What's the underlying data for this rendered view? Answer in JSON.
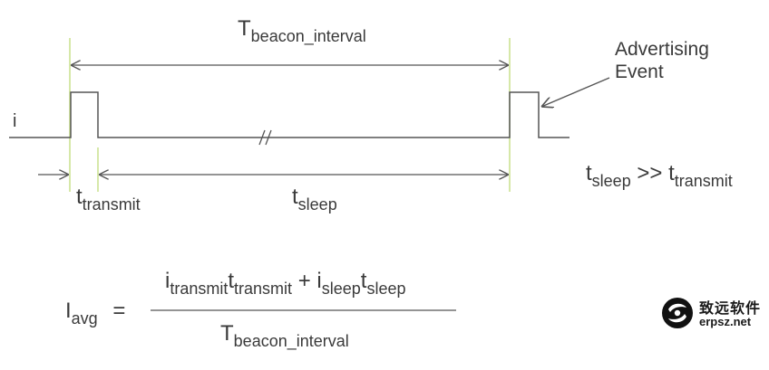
{
  "labels": {
    "t_beacon_interval": {
      "base": "T",
      "sub": "beacon_interval"
    },
    "advertising_event": [
      "Advertising",
      "Event"
    ],
    "current_axis": "i",
    "t_transmit": {
      "base": "t",
      "sub": "transmit"
    },
    "t_sleep": {
      "base": "t",
      "sub": "sleep"
    },
    "relation": {
      "lhs_base": "t",
      "lhs_sub": "sleep",
      "op": ">>",
      "rhs_base": "t",
      "rhs_sub": "transmit"
    }
  },
  "formula": {
    "lhs_base": "I",
    "lhs_sub": "avg",
    "equals": "=",
    "num_i1_base": "i",
    "num_i1_sub": "transmit",
    "num_t1_base": "t",
    "num_t1_sub": "transmit",
    "plus": "+",
    "num_i2_base": "i",
    "num_i2_sub": "sleep",
    "num_t2_base": "t",
    "num_t2_sub": "sleep",
    "den_base": "T",
    "den_sub": "beacon_interval"
  },
  "watermark": {
    "name_cn": "致远软件",
    "domain": "erpsz.net"
  },
  "colors": {
    "line": "#555555",
    "marker": "#c8e08c",
    "text": "#3a3a3a"
  }
}
